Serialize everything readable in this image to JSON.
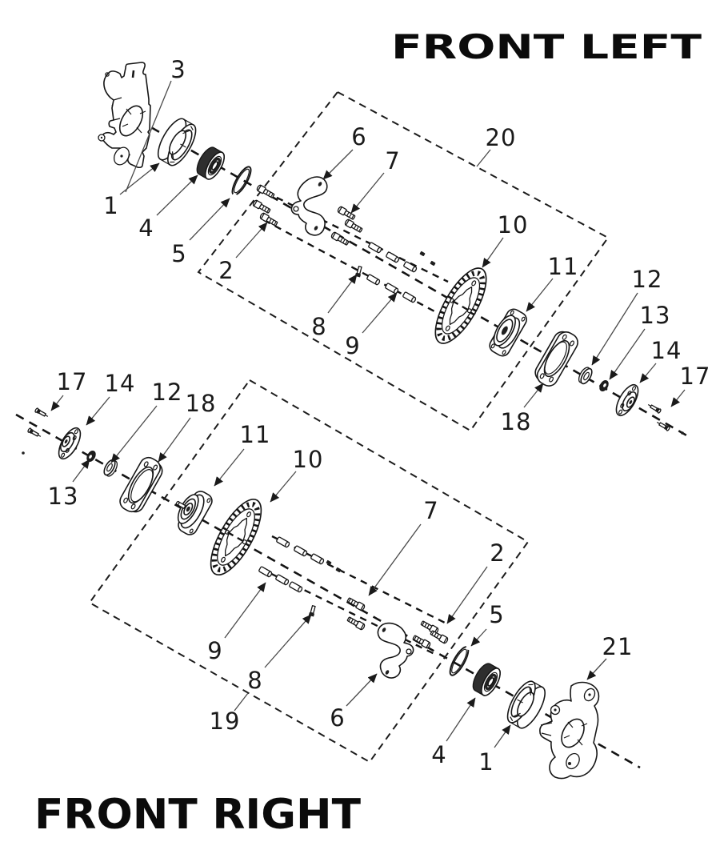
{
  "diagram": {
    "titles": {
      "top_right": "FRONT LEFT",
      "bottom_left": "FRONT RIGHT"
    },
    "front_left": {
      "callouts": [
        "3",
        "1",
        "4",
        "5",
        "2",
        "6",
        "7",
        "20",
        "8",
        "9",
        "10",
        "11",
        "18",
        "12",
        "13",
        "14",
        "17"
      ]
    },
    "front_right": {
      "callouts": [
        "17",
        "14",
        "12",
        "18",
        "13",
        "11",
        "10",
        "9",
        "8",
        "19",
        "6",
        "7",
        "2",
        "5",
        "4",
        "1",
        "21"
      ]
    }
  },
  "colors": {
    "ink": "#161616",
    "leader": "#4a4a4a",
    "paper": "#ffffff"
  }
}
